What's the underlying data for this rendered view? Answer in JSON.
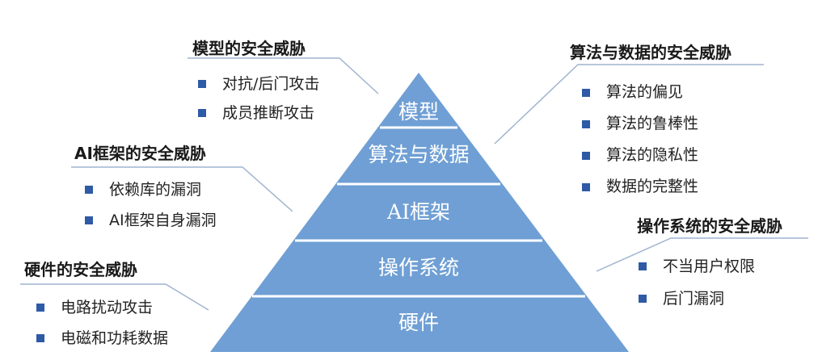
{
  "colors": {
    "pyramid_fill": "#6f9fd4",
    "separator": "#ffffff",
    "bullet": "#2e5aa6",
    "connector": "#9fb4cf"
  },
  "pyramid": {
    "layers": [
      "模型",
      "算法与数据",
      "AI框架",
      "操作系统",
      "硬件"
    ]
  },
  "callouts": {
    "model": {
      "title": "模型的安全威胁",
      "items": [
        "对抗/后门攻击",
        "成员推断攻击"
      ]
    },
    "algo": {
      "title": "算法与数据的安全威胁",
      "items": [
        "算法的偏见",
        "算法的鲁棒性",
        "算法的隐私性",
        "数据的完整性"
      ]
    },
    "framework": {
      "title": "AI框架的安全威胁",
      "items": [
        "依赖库的漏洞",
        "AI框架自身漏洞"
      ]
    },
    "os": {
      "title": "操作系统的安全威胁",
      "items": [
        "不当用户权限",
        "后门漏洞"
      ]
    },
    "hardware": {
      "title": "硬件的安全威胁",
      "items": [
        "电路扰动攻击",
        "电磁和功耗数据"
      ]
    }
  }
}
